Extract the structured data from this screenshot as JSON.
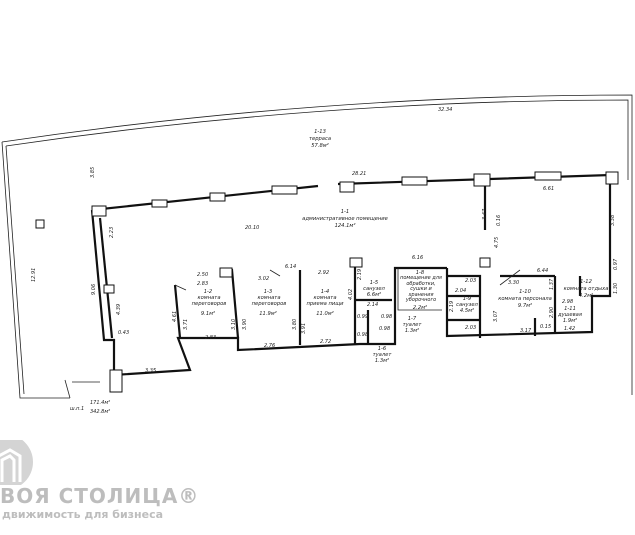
{
  "rooms": [
    {
      "id": "1-1",
      "name": "административное помещение",
      "area": "124.1м²"
    },
    {
      "id": "1-2",
      "name": "комната переговоров",
      "area": "9.1м²"
    },
    {
      "id": "1-3",
      "name": "комната переговоров",
      "area": "11.9м²"
    },
    {
      "id": "1-4",
      "name": "комната приема пищи",
      "area": "11.0м²"
    },
    {
      "id": "1-5",
      "name": "санузел",
      "area": "6.6м²"
    },
    {
      "id": "1-6",
      "name": "туалет",
      "area": "1.3м²"
    },
    {
      "id": "1-7",
      "name": "туалет",
      "area": "1.3м²"
    },
    {
      "id": "1-8",
      "name": "помещение для обработки, сушки и хранения уборочного инвентаря",
      "area": "2.2м²"
    },
    {
      "id": "1-9",
      "name": "санузел",
      "area": "4.5м²"
    },
    {
      "id": "1-10",
      "name": "комната персонала",
      "area": "9.7м²"
    },
    {
      "id": "1-11",
      "name": "душевая",
      "area": "1.9м²"
    },
    {
      "id": "1-12",
      "name": "комната отдыха",
      "area": "4.2м²"
    },
    {
      "id": "1-13",
      "name": "терраса",
      "area": "57.8м²"
    }
  ],
  "dimensions": [
    "32.34",
    "28.21",
    "20.10",
    "6.61",
    "3.85",
    "12.91",
    "9.06",
    "2.23",
    "4.39",
    "0.43",
    "3.35",
    "2.83",
    "2.50",
    "2.83",
    "3.71",
    "4.61",
    "3.10",
    "3.90",
    "3.02",
    "6.14",
    "3.80",
    "3.91",
    "2.92",
    "2.76",
    "2.72",
    "4.02",
    "2.19",
    "2.14",
    "0.99",
    "0.98",
    "0.98",
    "0.98",
    "6.16",
    "3.47",
    "0.16",
    "4.75",
    "2.03",
    "2.04",
    "2.03",
    "2.19",
    "3.07",
    "6.44",
    "3.30",
    "1.37",
    "2.90",
    "2.98",
    "3.17",
    "0.15",
    "1.42",
    "0.97",
    "1.30",
    "3.38"
  ],
  "totals": {
    "floor_label": "ш.п.1",
    "area_1": "171.4м²",
    "area_2": "342.8м²"
  },
  "watermark": {
    "brand": "ВОЯ СТОЛИЦА®",
    "tagline": "движимость для бизнеса"
  }
}
